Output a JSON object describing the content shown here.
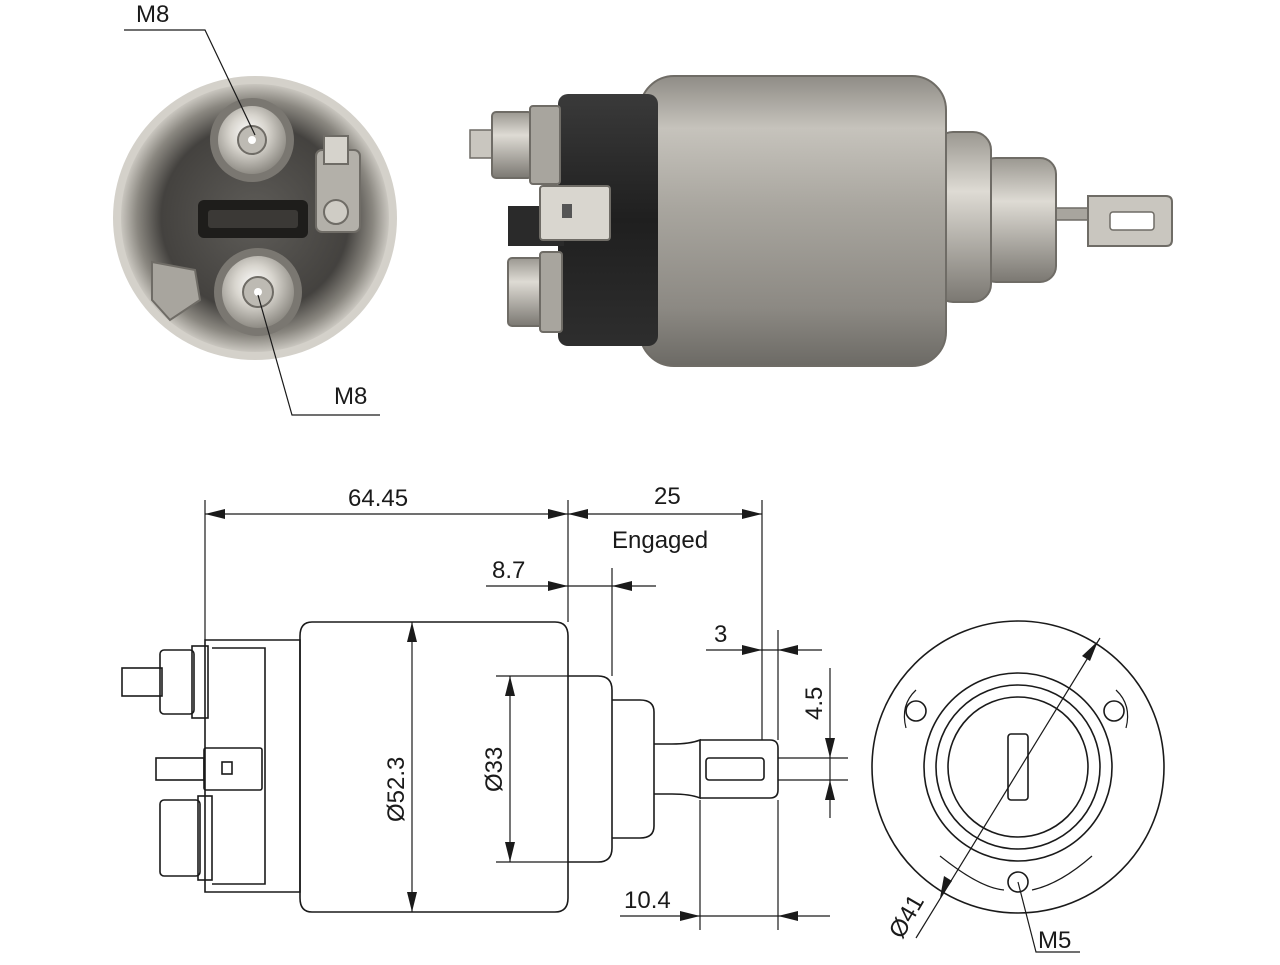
{
  "photo_labels": {
    "top_terminal": "M8",
    "bottom_terminal": "M8"
  },
  "drawing_labels": {
    "overall_length": "64.45",
    "stroke": "25",
    "stroke_note": "Engaged",
    "flange_offset": "8.7",
    "eye_width": "3",
    "eye_height": "4.5",
    "body_diameter": "Ø52.3",
    "nose_diameter": "Ø33",
    "eye_offset": "10.4",
    "bolt_circle": "Ø41",
    "mount_thread": "M5"
  },
  "colors": {
    "line": "#1a1a1a",
    "metal_light": "#d9d6cf",
    "metal_mid": "#a7a49c",
    "metal_dark": "#6f6c66",
    "insulator": "#2a2a2a"
  }
}
